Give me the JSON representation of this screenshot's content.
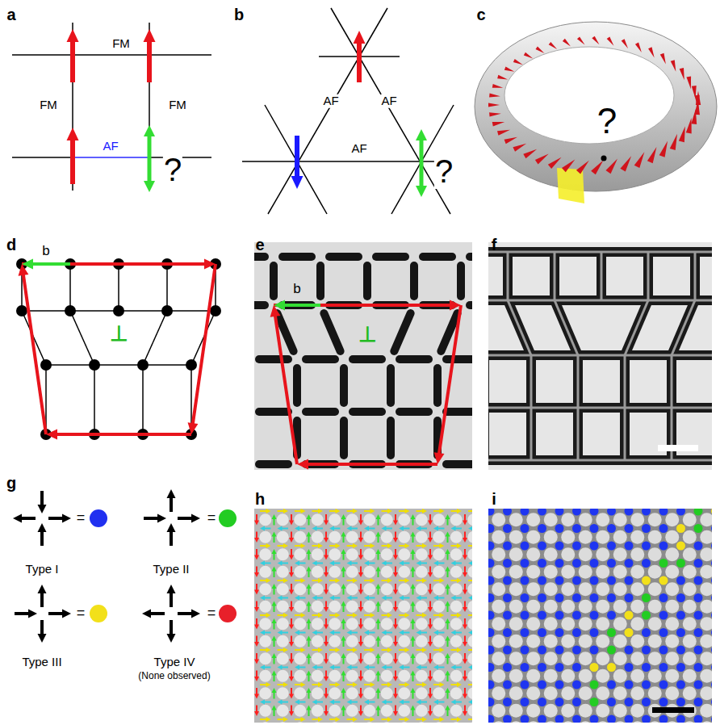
{
  "diagram": {
    "labels": [
      "a",
      "b",
      "c",
      "d",
      "e",
      "f",
      "g",
      "h",
      "i",
      "FM",
      "FM",
      "FM",
      "AF",
      "?",
      "AF",
      "AF",
      "AF",
      "?",
      "?",
      "b",
      "⊥",
      "b",
      "⊥",
      "=",
      "=",
      "=",
      "=",
      "(None observed)"
    ],
    "legend": [
      {
        "text": "Type I",
        "color": "#2030f0"
      },
      {
        "text": "Type II",
        "color": "#22cc22"
      },
      {
        "text": "Type III",
        "color": "#f2e01a"
      },
      {
        "text": "Type IV",
        "color": "#e8202a"
      }
    ]
  }
}
